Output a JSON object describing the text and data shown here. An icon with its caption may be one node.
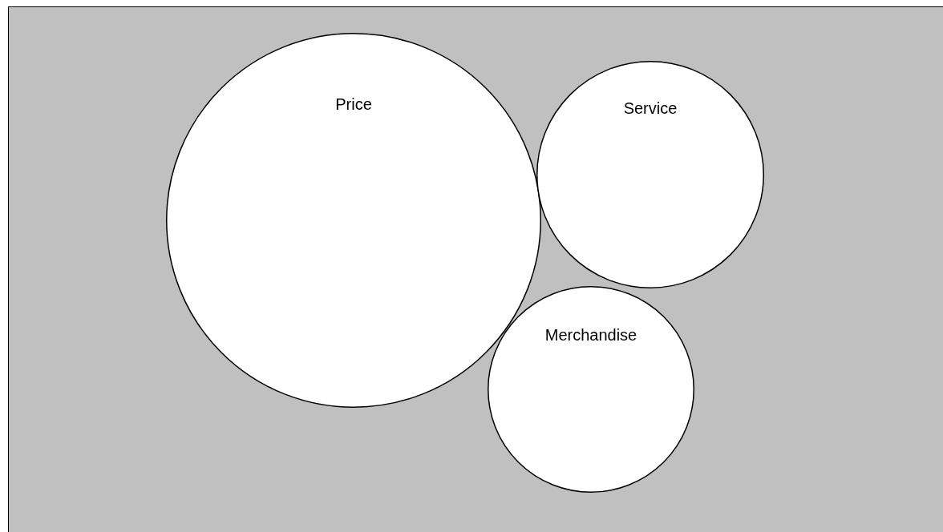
{
  "diagram": {
    "nodes": [
      {
        "text": [
          "Price"
        ]
      },
      {
        "text": [
          "Service"
        ]
      },
      {
        "text": [
          "Merchandise"
        ]
      }
    ]
  }
}
